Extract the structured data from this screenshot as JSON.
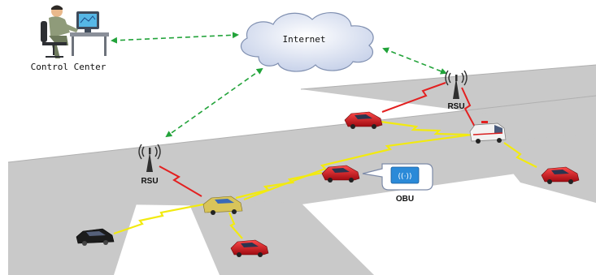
{
  "labels": {
    "internet": "Internet",
    "control_center": "Control Center",
    "rsu_left": "RSU",
    "rsu_right": "RSU",
    "obu": "OBU"
  },
  "colors": {
    "road": "#c9c9c9",
    "road_edge": "#b5b5b5",
    "dashed_link": "#22a33a",
    "wireless_link": "#f2ea10",
    "rsu_link": "#e32020",
    "cloud_fill": "#e9eef8",
    "cloud_stroke": "#7f8fb0",
    "car_red": "#d7141d",
    "car_black": "#1c1c1c",
    "obu_device": "#2b8ad8"
  },
  "icons": {
    "control_center": "person-at-computer-icon",
    "cloud": "cloud-icon",
    "rsu": "antenna-tower-icon",
    "obu": "wireless-device-icon",
    "vehicle": "car-icon",
    "ambulance": "ambulance-icon"
  }
}
